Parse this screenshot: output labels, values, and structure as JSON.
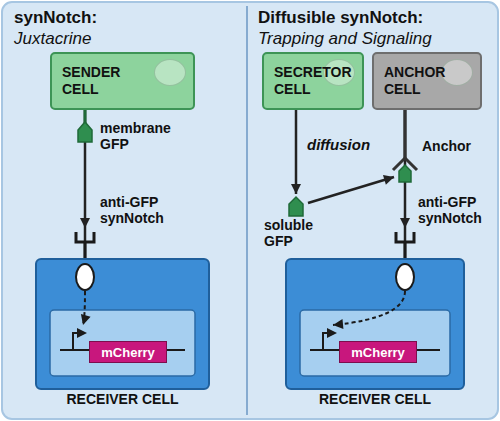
{
  "diagram": {
    "nodes": [
      {
        "text": [
          "SENDER CELL"
        ]
      },
      {
        "text": [
          "RECEIVER CELL"
        ]
      },
      {
        "text": [
          "mCherry"
        ],
        "in": 1
      },
      {
        "text": [
          "SECRETOR CELL"
        ]
      },
      {
        "text": [
          "ANCHOR CELL"
        ]
      },
      {
        "text": [
          "RECEIVER CELL"
        ]
      },
      {
        "text": [
          "mCherry"
        ],
        "in": 5
      }
    ],
    "edges": [
      {
        "from": 0,
        "to": 1,
        "arrow": "to"
      },
      {
        "from": 3,
        "to": 4,
        "label": "diffusion",
        "arrow": "to"
      },
      {
        "from": 4,
        "to": 5,
        "arrow": "to"
      }
    ],
    "labels": [
      "synNotch:",
      "Juxtacrine",
      "membrane GFP",
      "anti-GFP synNotch",
      "Diffusible synNotch:",
      "Trapping and Signaling",
      "soluble GFP",
      "Anchor",
      "anti-GFP synNotch"
    ]
  }
}
